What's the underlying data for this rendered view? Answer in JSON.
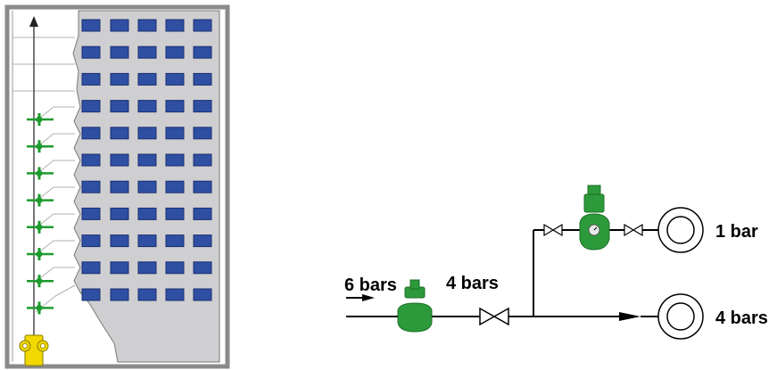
{
  "building": {
    "floors": 11,
    "windows_per_floor": 5,
    "floors_with_pressure_reducers": 8,
    "colors": {
      "frame": "#8a8a8a",
      "facade": "#cfcfd1",
      "window": "#2f4fa3",
      "window_edge": "#1b2f70",
      "valve": "#1e9a2e",
      "pump": "#f0d800"
    }
  },
  "schematic": {
    "inlet_label": "6 bars",
    "after_reducer_label": "4 bars",
    "upper_branch_label": "1 bar",
    "lower_branch_label": "4 bars",
    "colors": {
      "pipe": "#000000",
      "reducer_valve": "#2c9a3a",
      "reducer_valve_dark": "#1f6f29"
    }
  }
}
